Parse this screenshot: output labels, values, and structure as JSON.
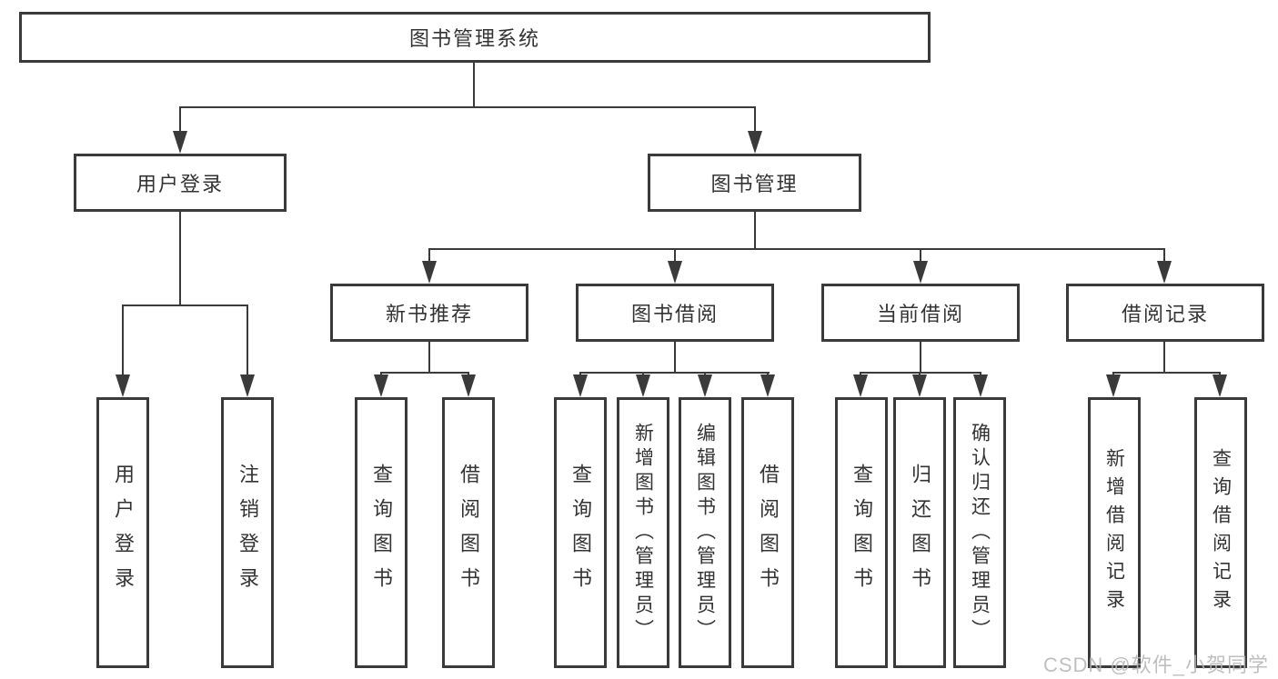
{
  "nodes": {
    "root": {
      "label": "图书管理系统"
    },
    "user_login": {
      "label": "用户登录"
    },
    "book_mgmt": {
      "label": "图书管理"
    },
    "new_book_rec": {
      "label": "新书推荐"
    },
    "book_borrow": {
      "label": "图书借阅"
    },
    "current_borrow": {
      "label": "当前借阅"
    },
    "borrow_records": {
      "label": "借阅记录"
    },
    "leaf_user_login": {
      "label": "用户登录"
    },
    "leaf_logout": {
      "label": "注销登录"
    },
    "leaf_query_books_a": {
      "label": "查询图书"
    },
    "leaf_borrow_books_a": {
      "label": "借阅图书"
    },
    "leaf_query_books_b": {
      "label": "查询图书"
    },
    "leaf_add_books": {
      "label": "新增图书（管理员）"
    },
    "leaf_edit_books": {
      "label": "编辑图书（管理员）"
    },
    "leaf_borrow_books_b": {
      "label": "借阅图书"
    },
    "leaf_query_books_c": {
      "label": "查询图书"
    },
    "leaf_return_books": {
      "label": "归还图书"
    },
    "leaf_confirm_return": {
      "label": "确认归还（管理员）"
    },
    "leaf_add_borrow_record": {
      "label": "新增借阅记录"
    },
    "leaf_query_borrow_record": {
      "label": "查询借阅记录"
    }
  },
  "hierarchy": [
    {
      "parent": "图书管理系统",
      "children": [
        "用户登录",
        "图书管理"
      ]
    },
    {
      "parent": "用户登录",
      "children": [
        "用户登录",
        "注销登录"
      ]
    },
    {
      "parent": "图书管理",
      "children": [
        "新书推荐",
        "图书借阅",
        "当前借阅",
        "借阅记录"
      ]
    },
    {
      "parent": "新书推荐",
      "children": [
        "查询图书",
        "借阅图书"
      ]
    },
    {
      "parent": "图书借阅",
      "children": [
        "查询图书",
        "新增图书（管理员）",
        "编辑图书（管理员）",
        "借阅图书"
      ]
    },
    {
      "parent": "当前借阅",
      "children": [
        "查询图书",
        "归还图书",
        "确认归还（管理员）"
      ]
    },
    {
      "parent": "借阅记录",
      "children": [
        "新增借阅记录",
        "查询借阅记录"
      ]
    }
  ],
  "watermark": {
    "text": "CSDN @软件_小贺同学"
  },
  "colors": {
    "line": "#3a3a3a",
    "text": "#333333",
    "background": "#ffffff",
    "watermark": "#b5b5b5"
  }
}
